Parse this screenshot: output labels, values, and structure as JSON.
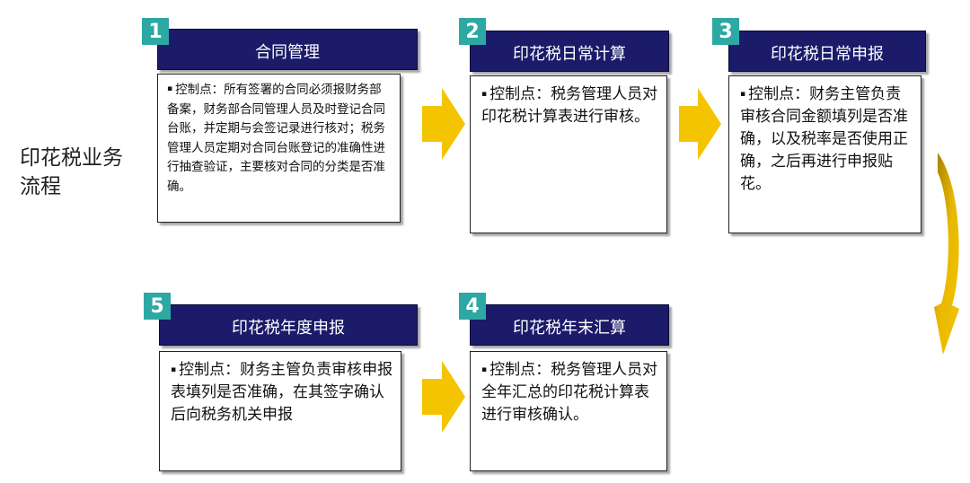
{
  "side_title": "印花税业务流程",
  "colors": {
    "header": "#1b1b6a",
    "badge": "#2ea8a3",
    "arrow": "#f5c400",
    "curve_arrow": "#c79a00"
  },
  "steps": [
    {
      "number": "1",
      "title": "合同管理",
      "bullet": "▪",
      "text": "控制点：所有签署的合同必须报财务部备案，财务部合同管理人员及时登记合同台账，并定期与会签记录进行核对；税务管理人员定期对合同台账登记的准确性进行抽查验证，主要核对合同的分类是否准确。"
    },
    {
      "number": "2",
      "title": "印花税日常计算",
      "bullet": "▪",
      "text": "控制点：税务管理人员对印花税计算表进行审核。"
    },
    {
      "number": "3",
      "title": "印花税日常申报",
      "bullet": "▪",
      "text": "控制点：财务主管负责审核合同金额填列是否准确，以及税率是否使用正确，之后再进行申报贴花。"
    },
    {
      "number": "4",
      "title": "印花税年末汇算",
      "bullet": "▪",
      "text": "控制点：税务管理人员对全年汇总的印花税计算表进行审核确认。"
    },
    {
      "number": "5",
      "title": "印花税年度申报",
      "bullet": "▪",
      "text": "控制点：财务主管负责审核申报表填列是否准确，在其签字确认后向税务机关申报"
    }
  ]
}
